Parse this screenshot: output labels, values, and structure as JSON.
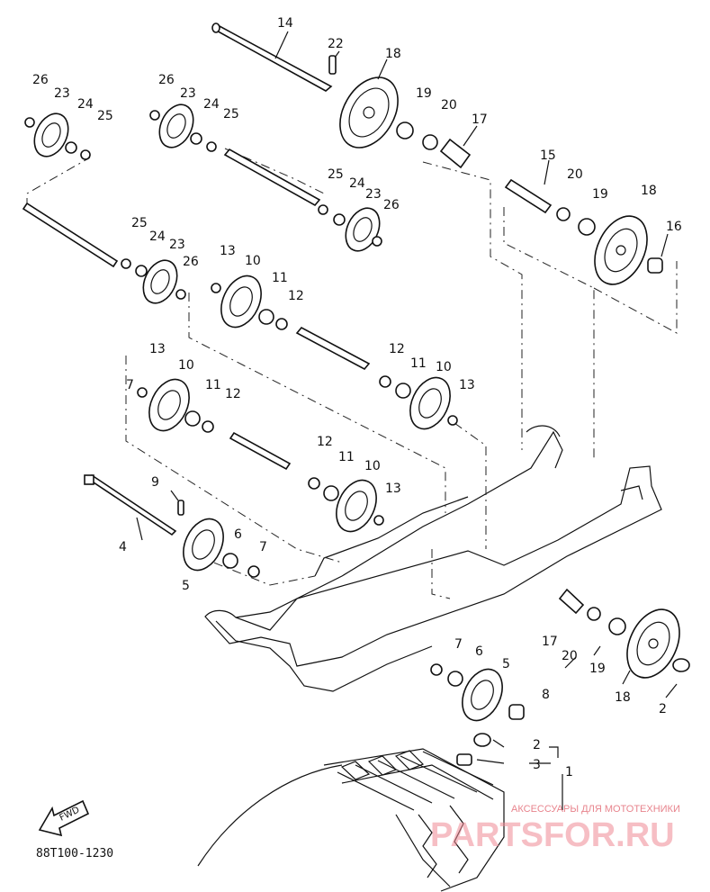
{
  "diagram": {
    "code": "88T100-1230",
    "direction_label": "FWD",
    "watermark": {
      "tagline": "АКСЕССУАРЫ ДЛЯ МОТОТЕХНИКИ",
      "brand": "PARTSFOR.RU"
    }
  },
  "labels": [
    "1",
    "2",
    "2",
    "3",
    "4",
    "5",
    "5",
    "6",
    "6",
    "7",
    "7",
    "7",
    "8",
    "9",
    "10",
    "10",
    "10",
    "10",
    "11",
    "11",
    "11",
    "11",
    "12",
    "12",
    "12",
    "12",
    "13",
    "13",
    "13",
    "13",
    "14",
    "15",
    "16",
    "17",
    "17",
    "18",
    "18",
    "18",
    "19",
    "19",
    "19",
    "20",
    "20",
    "20",
    "22",
    "23",
    "23",
    "23",
    "23",
    "24",
    "24",
    "24",
    "24",
    "25",
    "25",
    "25",
    "25",
    "26",
    "26",
    "26",
    "26"
  ]
}
